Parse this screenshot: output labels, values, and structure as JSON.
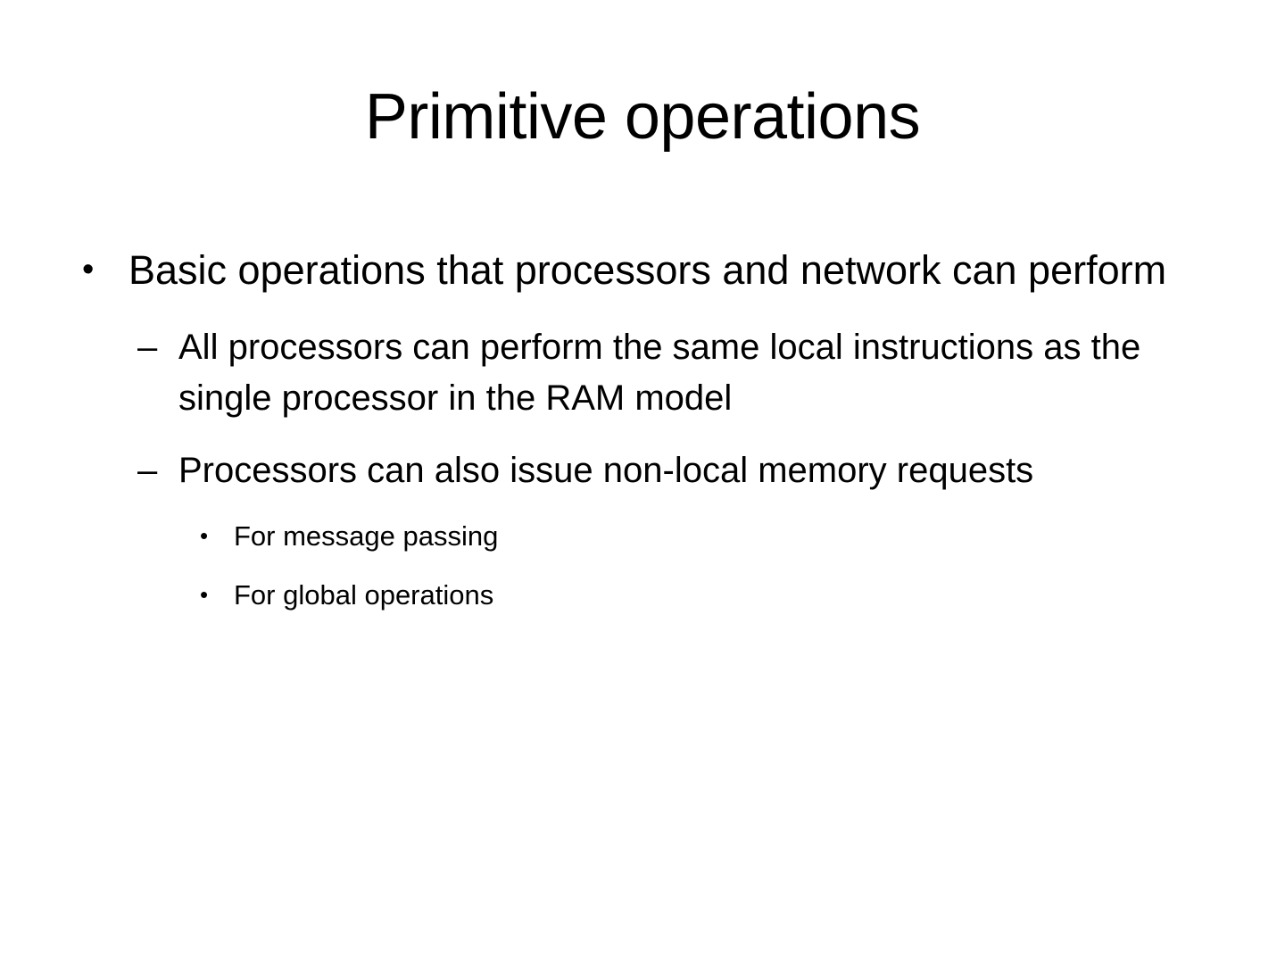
{
  "slide": {
    "title": "Primitive operations",
    "colors": {
      "background": "#ffffff",
      "text": "#000000"
    },
    "bullets": [
      {
        "level": 1,
        "marker": "•",
        "text": "Basic operations that processors and network can perform"
      },
      {
        "level": 2,
        "marker": "–",
        "text": "All processors can perform the same local instructions as the single processor in the RAM model"
      },
      {
        "level": 2,
        "marker": "–",
        "text": "Processors can also issue non-local memory requests"
      },
      {
        "level": 3,
        "marker": "•",
        "text": "For message passing"
      },
      {
        "level": 3,
        "marker": "•",
        "text": "For global operations"
      }
    ]
  }
}
